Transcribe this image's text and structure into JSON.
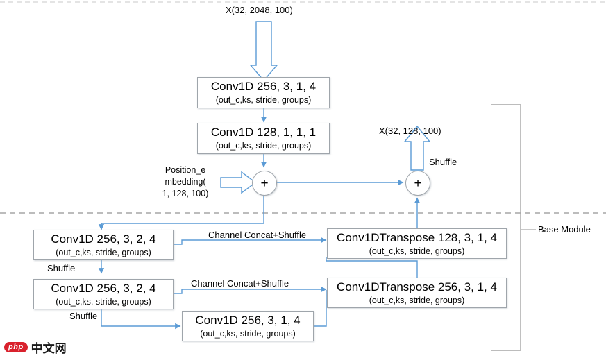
{
  "figure": {
    "top_input_label": "X(32, 2048, 100)",
    "mid_output_label": "X(32, 128, 100)",
    "base_module_label": "Base Module",
    "sub_caption": "(out_c,ks, stride, groups)",
    "plus_symbol": "+"
  },
  "boxes": {
    "conv1": {
      "title": "Conv1D 256, 3, 1, 4",
      "sub": "(out_c,ks, stride, groups)"
    },
    "conv2": {
      "title": "Conv1D 128, 1, 1, 1",
      "sub": "(out_c,ks, stride, groups)"
    },
    "down1": {
      "title": "Conv1D 256, 3, 2, 4",
      "sub": "(out_c,ks, stride, groups)"
    },
    "down2": {
      "title": "Conv1D 256, 3, 2, 4",
      "sub": "(out_c,ks, stride, groups)"
    },
    "bottom": {
      "title": "Conv1D 256, 3, 1, 4",
      "sub": "(out_c,ks, stride, groups)"
    },
    "up1": {
      "title": "Conv1DTranspose 128, 3, 1, 4",
      "sub": "(out_c,ks, stride, groups)"
    },
    "up2": {
      "title": "Conv1DTranspose 256, 3, 1, 4",
      "sub": "(out_c,ks, stride, groups)"
    }
  },
  "labels": {
    "position_embedding_l1": "Position_e",
    "position_embedding_l2": "mbedding(",
    "position_embedding_l3": "1, 128, 100)",
    "shuffle_top": "Shuffle",
    "shuffle_left_1": "Shuffle",
    "shuffle_left_2": "Shuffle",
    "concat_shuffle_1": "Channel Concat+Shuffle",
    "concat_shuffle_2": "Channel Concat+Shuffle"
  },
  "watermark": {
    "badge": "php",
    "text": "中文网"
  },
  "colors": {
    "wire": "#5b9bd5",
    "box_border": "#9fa5ab",
    "dashed": "#a6a6a6",
    "bracket": "#a6a6a6",
    "accent_red": "#d9212c"
  }
}
